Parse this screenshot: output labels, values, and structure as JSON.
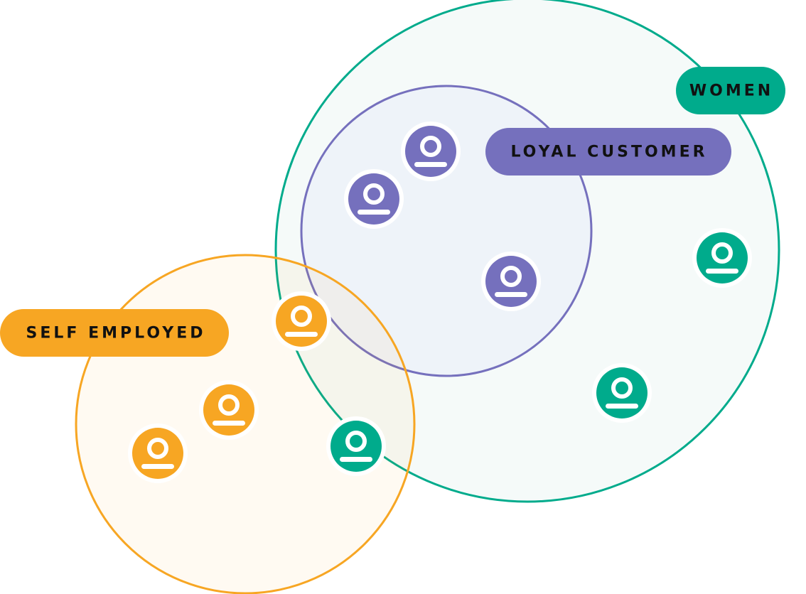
{
  "groups": {
    "women": {
      "label": "WOMEN",
      "color": "#00ab8c",
      "fill": "#f5faf9"
    },
    "loyal_customer": {
      "label": "LOYAL CUSTOMER",
      "color": "#7570bd",
      "fill": "#eef3f9"
    },
    "self_employed": {
      "label": "SELF EMPLOYED",
      "color": "#f7a623",
      "fill": "#fef8f1"
    }
  },
  "people": [
    {
      "group": "loyal_customer",
      "icon": "person-icon"
    },
    {
      "group": "loyal_customer",
      "icon": "person-icon"
    },
    {
      "group": "loyal_customer",
      "icon": "person-icon"
    },
    {
      "group": "women",
      "icon": "person-icon"
    },
    {
      "group": "women",
      "icon": "person-icon"
    },
    {
      "group": "women",
      "icon": "person-icon"
    },
    {
      "group": "self_employed",
      "icon": "person-icon"
    },
    {
      "group": "self_employed",
      "icon": "person-icon"
    },
    {
      "group": "self_employed",
      "icon": "person-icon"
    }
  ]
}
